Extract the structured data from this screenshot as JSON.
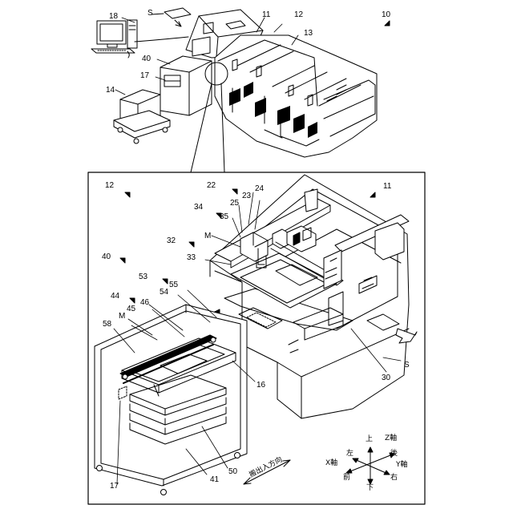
{
  "refs": {
    "r10": "10",
    "r11_top": "11",
    "r12_top": "12",
    "r13": "13",
    "r14": "14",
    "r17_top": "17",
    "r18": "18",
    "r40_top": "40",
    "s_top": "S",
    "r12_detail": "12",
    "r11_detail": "11",
    "r22": "22",
    "r23": "23",
    "r24": "24",
    "r25": "25",
    "r34": "34",
    "r35": "35",
    "m_top": "M",
    "r32": "32",
    "r33": "33",
    "r40_detail": "40",
    "r53": "53",
    "r55": "55",
    "r54": "54",
    "r44": "44",
    "r46": "46",
    "r45": "45",
    "r58": "58",
    "m_detail": "M",
    "r16": "16",
    "r30": "30",
    "s_detail": "S",
    "r50": "50",
    "r41": "41",
    "r17_detail": "17"
  },
  "direction_label": "搬出入方向",
  "axes": {
    "up": "上",
    "z_axis": "Z軸",
    "left": "左",
    "back": "後",
    "x_axis": "X軸",
    "right": "右",
    "y_axis": "Y軸",
    "front": "前",
    "down": "下"
  }
}
